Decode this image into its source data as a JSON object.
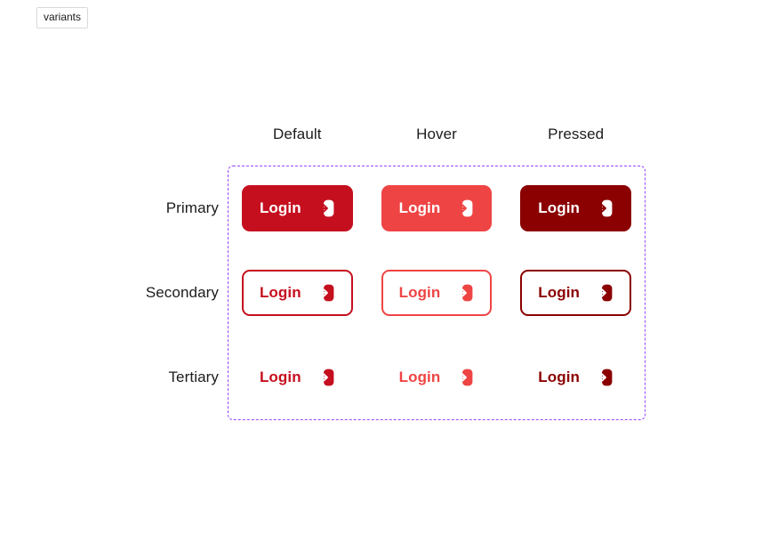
{
  "frame": {
    "name": "variants"
  },
  "palette": {
    "primary_default": "#C50F1F",
    "primary_hover": "#EF4444",
    "primary_pressed": "#8B0000",
    "surface": "#FFFFFF",
    "frame_outline": "#9747FF",
    "text_dark": "#1C1C1C",
    "chip_border": "#D9D9D9"
  },
  "matrix": {
    "columns": [
      {
        "label": "Default",
        "key": "default"
      },
      {
        "label": "Hover",
        "key": "hover"
      },
      {
        "label": "Pressed",
        "key": "pressed"
      }
    ],
    "rows": [
      {
        "label": "Primary",
        "key": "primary"
      },
      {
        "label": "Secondary",
        "key": "secondary"
      },
      {
        "label": "Tertiary",
        "key": "tertiary"
      }
    ]
  },
  "buttons": [
    {
      "id": "primary-default",
      "label": "Login",
      "icon": "login-arrow-icon",
      "variant": "primary",
      "state": "default",
      "fill": "#C50F1F",
      "text_color": "#FFFFFF",
      "border_color": "transparent",
      "icon_badge_color": "#FFFFFF",
      "icon_arrow_color": "#C50F1F"
    },
    {
      "id": "primary-hover",
      "label": "Login",
      "icon": "login-arrow-icon",
      "variant": "primary",
      "state": "hover",
      "fill": "#EF4444",
      "text_color": "#FFFFFF",
      "border_color": "transparent",
      "icon_badge_color": "#FFFFFF",
      "icon_arrow_color": "#EF4444"
    },
    {
      "id": "primary-pressed",
      "label": "Login",
      "icon": "login-arrow-icon",
      "variant": "primary",
      "state": "pressed",
      "fill": "#8B0000",
      "text_color": "#FFFFFF",
      "border_color": "transparent",
      "icon_badge_color": "#FFFFFF",
      "icon_arrow_color": "#8B0000"
    },
    {
      "id": "secondary-default",
      "label": "Login",
      "icon": "login-arrow-icon",
      "variant": "secondary",
      "state": "default",
      "fill": "#FFFFFF",
      "text_color": "#C50F1F",
      "border_color": "#C50F1F",
      "icon_badge_color": "#C50F1F",
      "icon_arrow_color": "#FFFFFF"
    },
    {
      "id": "secondary-hover",
      "label": "Login",
      "icon": "login-arrow-icon",
      "variant": "secondary",
      "state": "hover",
      "fill": "#FFFFFF",
      "text_color": "#EF4444",
      "border_color": "#EF4444",
      "icon_badge_color": "#EF4444",
      "icon_arrow_color": "#FFFFFF"
    },
    {
      "id": "secondary-pressed",
      "label": "Login",
      "icon": "login-arrow-icon",
      "variant": "secondary",
      "state": "pressed",
      "fill": "#FFFFFF",
      "text_color": "#8B0000",
      "border_color": "#8B0000",
      "icon_badge_color": "#8B0000",
      "icon_arrow_color": "#FFFFFF"
    },
    {
      "id": "tertiary-default",
      "label": "Login",
      "icon": "login-arrow-icon",
      "variant": "tertiary",
      "state": "default",
      "fill": "transparent",
      "text_color": "#C50F1F",
      "border_color": "transparent",
      "icon_badge_color": "#C50F1F",
      "icon_arrow_color": "#FFFFFF"
    },
    {
      "id": "tertiary-hover",
      "label": "Login",
      "icon": "login-arrow-icon",
      "variant": "tertiary",
      "state": "hover",
      "fill": "transparent",
      "text_color": "#EF4444",
      "border_color": "transparent",
      "icon_badge_color": "#EF4444",
      "icon_arrow_color": "#FFFFFF"
    },
    {
      "id": "tertiary-pressed",
      "label": "Login",
      "icon": "login-arrow-icon",
      "variant": "tertiary",
      "state": "pressed",
      "fill": "transparent",
      "text_color": "#8B0000",
      "border_color": "transparent",
      "icon_badge_color": "#8B0000",
      "icon_arrow_color": "#FFFFFF"
    }
  ]
}
